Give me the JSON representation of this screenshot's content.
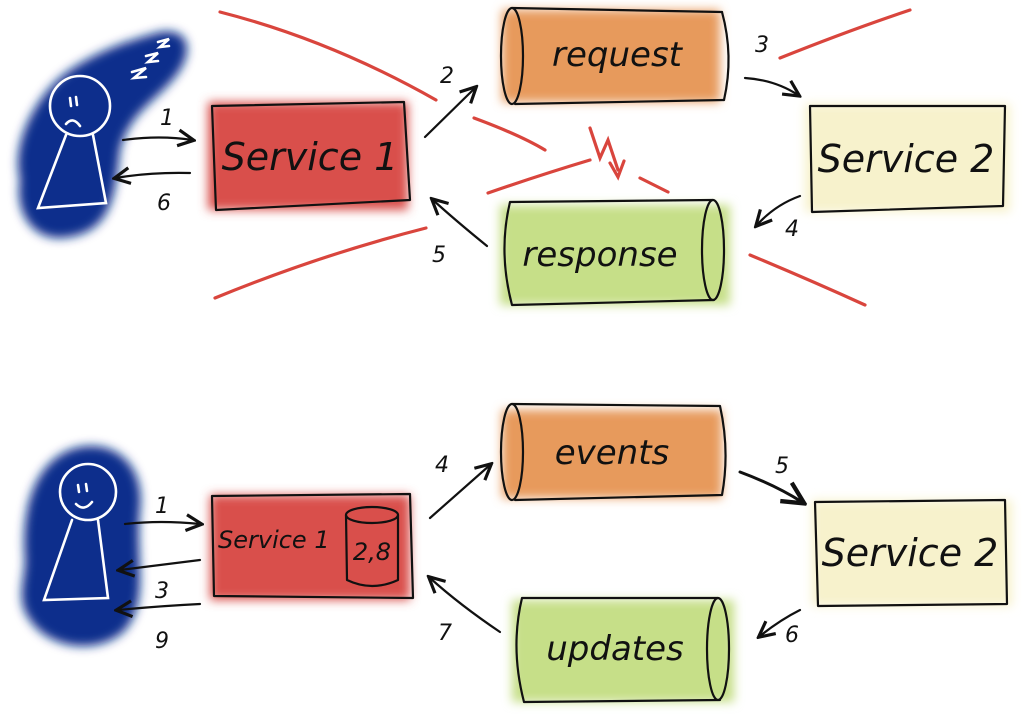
{
  "colors": {
    "user_blob": "#0b2d8c",
    "service1": "#d9504c",
    "request_events": "#e79a5c",
    "service2": "#f7f2cc",
    "response_updates": "#c6df88",
    "cross_out": "#d9453d",
    "ink": "#111111"
  },
  "top": {
    "user": {
      "state": "sleeping",
      "zzz": "zzz"
    },
    "service1": "Service 1",
    "service2": "Service 2",
    "queue_out": "request",
    "queue_in": "response",
    "steps": [
      "1",
      "2",
      "3",
      "4",
      "5",
      "6"
    ],
    "crossed_out": true
  },
  "bottom": {
    "user": {
      "state": "happy"
    },
    "service1": "Service 1",
    "service1_db": "2,8",
    "service2": "Service 2",
    "queue_out": "events",
    "queue_in": "updates",
    "steps": [
      "1",
      "3",
      "9",
      "4",
      "5",
      "6",
      "7"
    ]
  }
}
